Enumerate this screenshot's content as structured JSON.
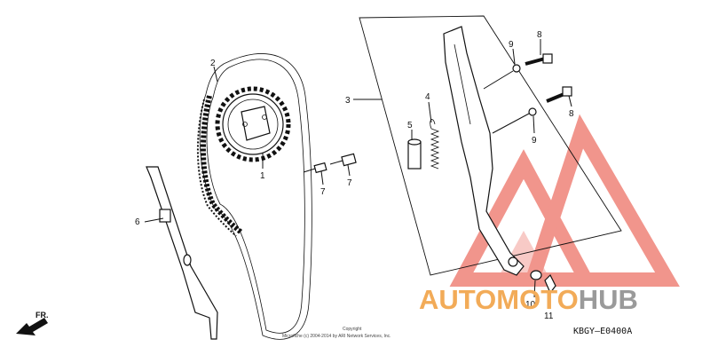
{
  "diagram": {
    "callouts": {
      "n1": "1",
      "n2": "2",
      "n3": "3",
      "n4": "4",
      "n5": "5",
      "n6": "6",
      "n7a": "7",
      "n7b": "7",
      "n8a": "8",
      "n8b": "8",
      "n9a": "9",
      "n9b": "9",
      "n10": "10",
      "n11": "11"
    },
    "diagram_code": "KBGY—E0400A",
    "copyright_line1": "Copyright",
    "copyright_line2": "Microfiche (c) 2004-2014 by ARI Network Services, Inc.",
    "front_arrow": "FR.",
    "watermark": {
      "brand_part1": "AUTOMOTO",
      "brand_part2": "HUB",
      "accent": "#f08a80",
      "brand_orange": "#f2ab58",
      "brand_gray": "#9a9a9a"
    }
  }
}
